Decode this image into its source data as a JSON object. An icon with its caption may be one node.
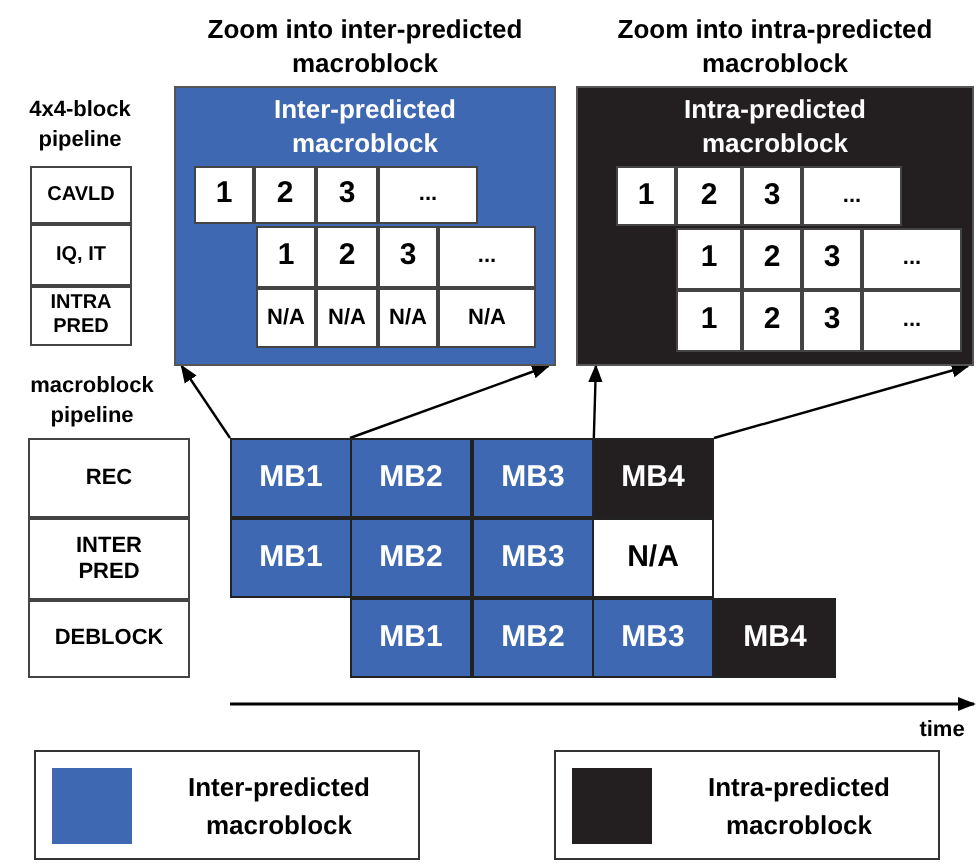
{
  "diagram": {
    "nodes": [
      {
        "text": [
          "Zoom into inter-predicted macroblock",
          "Inter-predicted macroblock"
        ]
      },
      {
        "text": [
          "1"
        ],
        "in": 0
      },
      {
        "text": [
          "2"
        ],
        "in": 0
      },
      {
        "text": [
          "3"
        ],
        "in": 0
      },
      {
        "text": [
          "..."
        ],
        "in": 0
      },
      {
        "text": [
          "1"
        ],
        "in": 0
      },
      {
        "text": [
          "2"
        ],
        "in": 0
      },
      {
        "text": [
          "3"
        ],
        "in": 0
      },
      {
        "text": [
          "..."
        ],
        "in": 0
      },
      {
        "text": [
          "N/A"
        ],
        "in": 0
      },
      {
        "text": [
          "N/A"
        ],
        "in": 0
      },
      {
        "text": [
          "N/A"
        ],
        "in": 0
      },
      {
        "text": [
          "N/A"
        ],
        "in": 0
      },
      {
        "text": [
          "Zoom into intra-predicted macroblock",
          "Intra-predicted macroblock"
        ]
      },
      {
        "text": [
          "1"
        ],
        "in": 13
      },
      {
        "text": [
          "2"
        ],
        "in": 13
      },
      {
        "text": [
          "3"
        ],
        "in": 13
      },
      {
        "text": [
          "..."
        ],
        "in": 13
      },
      {
        "text": [
          "1"
        ],
        "in": 13
      },
      {
        "text": [
          "2"
        ],
        "in": 13
      },
      {
        "text": [
          "3"
        ],
        "in": 13
      },
      {
        "text": [
          "..."
        ],
        "in": 13
      },
      {
        "text": [
          "1"
        ],
        "in": 13
      },
      {
        "text": [
          "2"
        ],
        "in": 13
      },
      {
        "text": [
          "3"
        ],
        "in": 13
      },
      {
        "text": [
          "..."
        ],
        "in": 13
      },
      {
        "text": [
          "CAVLD"
        ]
      },
      {
        "text": [
          "IQ, IT"
        ]
      },
      {
        "text": [
          "INTRA PRED"
        ]
      },
      {
        "text": [
          "REC"
        ]
      },
      {
        "text": [
          "INTER PRED"
        ]
      },
      {
        "text": [
          "DEBLOCK"
        ]
      },
      {
        "text": [
          "MB1"
        ]
      },
      {
        "text": [
          "MB2"
        ]
      },
      {
        "text": [
          "MB3"
        ]
      },
      {
        "text": [
          "MB4"
        ]
      },
      {
        "text": [
          "MB1"
        ]
      },
      {
        "text": [
          "MB2"
        ]
      },
      {
        "text": [
          "MB3"
        ]
      },
      {
        "text": [
          "N/A"
        ]
      },
      {
        "text": [
          "MB1"
        ]
      },
      {
        "text": [
          "MB2"
        ]
      },
      {
        "text": [
          "MB3"
        ]
      },
      {
        "text": [
          "MB4"
        ]
      }
    ],
    "edges": [
      {
        "from": 32,
        "to": 0,
        "arrow": "to"
      },
      {
        "from": 33,
        "to": 0,
        "arrow": "to"
      },
      {
        "from": 35,
        "to": 13,
        "arrow": "to"
      },
      {
        "from": 35,
        "to": 13,
        "arrow": "to"
      }
    ],
    "labels": [
      "4x4-block pipeline",
      "macroblock pipeline",
      "time"
    ],
    "legend": [
      {
        "text": "Inter-predicted macroblock",
        "color": "#3f68b2"
      },
      {
        "text": "Intra-predicted macroblock",
        "color": "#231f20"
      }
    ]
  }
}
